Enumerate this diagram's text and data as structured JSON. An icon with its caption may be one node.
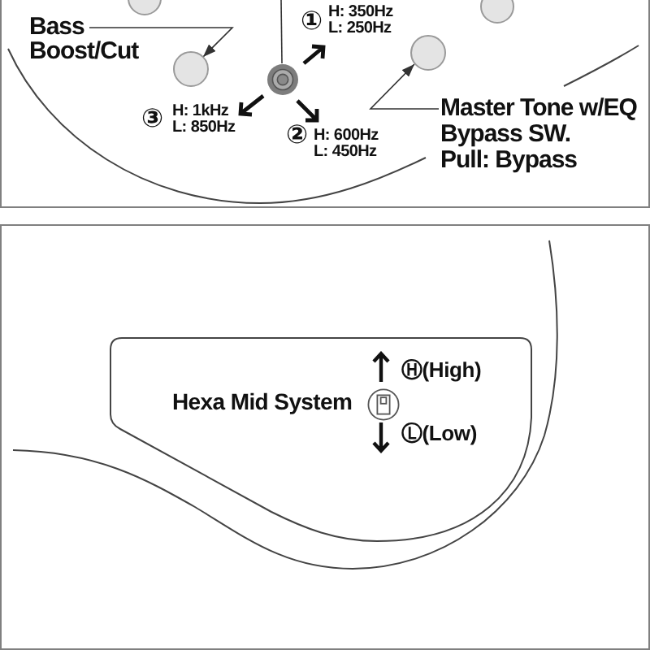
{
  "diagram": {
    "nodes": [
      {
        "text": [],
        "shape": "circle"
      },
      {
        "text": [],
        "shape": "circle"
      },
      {
        "text": [
          "Bass Boost/Cut"
        ]
      },
      {
        "text": [],
        "shape": "circle"
      },
      {
        "text": [],
        "shape": "circle"
      },
      {
        "text": [],
        "shape": "circle"
      },
      {
        "text": [
          "Master Tone w/EQ Bypass SW.",
          "Pull: Bypass"
        ]
      },
      {
        "text": [
          "Hexa Mid System",
          "Ⓗ(High)",
          "Ⓛ(Low)"
        ]
      }
    ],
    "edges": [
      {
        "from": 2,
        "to": 3,
        "arrow": "to"
      },
      {
        "from": 6,
        "to": 5,
        "arrow": "to"
      },
      {
        "from": null,
        "to": 4,
        "arrow": "none"
      }
    ],
    "labels": [
      "①",
      "H: 350Hz L: 250Hz",
      "③",
      "H: 1kHz L: 850Hz",
      "②",
      "H: 600Hz L: 450Hz"
    ]
  }
}
